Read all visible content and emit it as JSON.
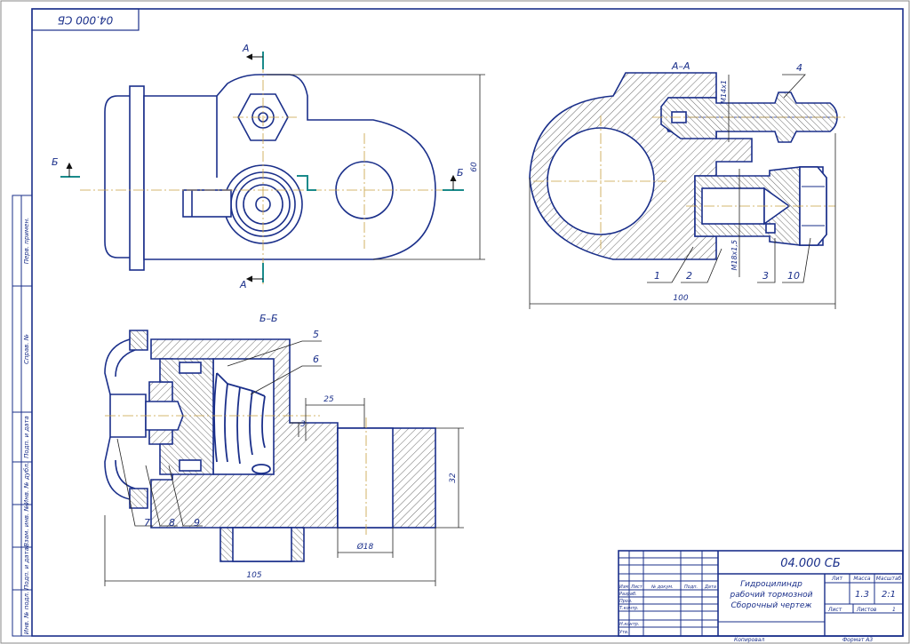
{
  "drawing": {
    "stamp_code_rotated": "04.000 СБ",
    "section_aa": "А–А",
    "section_bb": "Б–Б",
    "cut_a_top": "А",
    "cut_a_bottom": "А",
    "cut_b_left": "Б",
    "cut_b_right": "Б",
    "dims": {
      "height_60": "60",
      "width_100": "100",
      "width_105": "105",
      "dim_25": "25",
      "dim_3": "3",
      "dim_32": "32",
      "dia_18": "Ø18",
      "thread_m14": "M14х1",
      "thread_m18": "M18х1,5"
    },
    "part_numbers": [
      "1",
      "2",
      "3",
      "4",
      "5",
      "6",
      "7",
      "8",
      "9",
      "10"
    ]
  },
  "title_block": {
    "code": "04.000 СБ",
    "name_line1": "Гидроцилиндр",
    "name_line2": "рабочий тормозной",
    "name_line3": "Сборочный чертеж",
    "col_lit": "Лит",
    "col_mass": "Масса",
    "col_scale": "Масштаб",
    "mass": "1.3",
    "scale": "2:1",
    "sheet_label": "Лист",
    "sheets_label": "Листов",
    "sheets_value": "1",
    "h_izm": "Изм",
    "h_list": "Лист",
    "h_doc": "№ докум.",
    "h_sign": "Подп.",
    "h_date": "Дата",
    "r_razrab": "Разраб.",
    "r_prov": "Пров.",
    "r_tkontr": "Т.контр.",
    "r_nkontr": "Н.контр.",
    "r_utv": "Утв.",
    "copied": "Копировал",
    "format": "Формат    А3"
  },
  "side_strip": {
    "s1": "Перв. примен.",
    "s2": "Справ. №",
    "s3": "Подп. и дата",
    "s4": "Инв. № дубл.",
    "s5": "Взам. инв. №",
    "s6": "Подп. и дата",
    "s7": "Инв. № подл."
  }
}
